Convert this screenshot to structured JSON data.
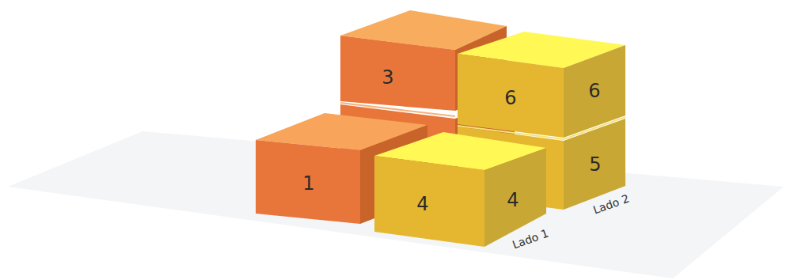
{
  "diagram": {
    "nodes": [
      {
        "text": [
          "3"
        ]
      },
      {
        "text": [
          "6",
          "6"
        ]
      },
      {
        "text": [
          "5"
        ]
      },
      {
        "text": [
          "1"
        ]
      },
      {
        "text": [
          "4",
          "4"
        ]
      }
    ],
    "labels": [
      "Lado 1",
      "Lado 2"
    ]
  }
}
